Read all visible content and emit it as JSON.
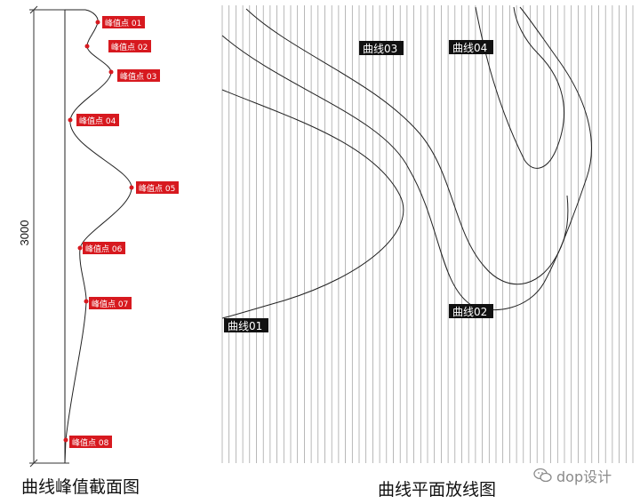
{
  "section": {
    "dimension_label": "3000",
    "peaks": [
      {
        "label": "峰值点 01"
      },
      {
        "label": "峰值点 02"
      },
      {
        "label": "峰值点 03"
      },
      {
        "label": "峰值点 04"
      },
      {
        "label": "峰值点 05"
      },
      {
        "label": "峰值点 06"
      },
      {
        "label": "峰值点 07"
      },
      {
        "label": "峰值点 08"
      }
    ],
    "caption": "曲线峰值截面图"
  },
  "plan": {
    "curves": [
      {
        "label": "曲线01"
      },
      {
        "label": "曲线02"
      },
      {
        "label": "曲线03"
      },
      {
        "label": "曲线04"
      }
    ],
    "caption": "曲线平面放线图"
  },
  "watermark": {
    "text": "dop设计",
    "icon": "wechat-icon"
  },
  "colors": {
    "accent": "#d7191f",
    "label_dark": "#111111",
    "line": "#222222",
    "grid": "#9a9a9a"
  }
}
